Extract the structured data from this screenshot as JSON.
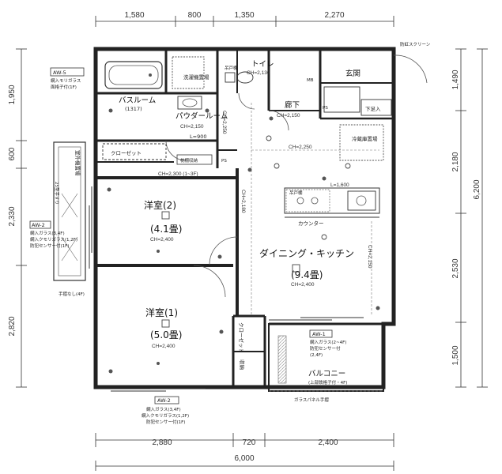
{
  "dimensions": {
    "top": [
      "1,580",
      "800",
      "1,350",
      "2,270"
    ],
    "bottom": [
      "2,880",
      "720",
      "2,400"
    ],
    "bottom_total": "6,000",
    "left": [
      "1,950",
      "600",
      "2,330",
      "2,820"
    ],
    "right": [
      "1,490",
      "2,180",
      "2,530",
      "1,500"
    ],
    "right_total": "6,200"
  },
  "rooms": {
    "bath": {
      "name": "バスルーム",
      "size": "(1317)"
    },
    "washroom": {
      "name": "洗濯機\n置場"
    },
    "powder": {
      "name": "パウダールーム",
      "ch": "CH=2,150"
    },
    "toilet": {
      "name": "トイレ",
      "ch": "CH=2,130"
    },
    "hall": {
      "name": "廊下",
      "ch": "CH=2,150"
    },
    "entrance": {
      "name": "玄関"
    },
    "shoe": {
      "name": "下足入"
    },
    "fridge": {
      "name": "冷蔵庫\n置場"
    },
    "closet": {
      "name": "クローゼット"
    },
    "western2": {
      "name": "洋室(2)",
      "size": "(4.1畳)",
      "ch": "CH=2,400"
    },
    "western1": {
      "name": "洋室(1)",
      "size": "(5.0畳)",
      "ch": "CH=2,400"
    },
    "dk": {
      "name": "ダイニング・キッチン",
      "size": "(9.4畳)",
      "ch": "CH=2,400"
    },
    "balcony": {
      "name": "バルコニー",
      "note": "(上部鉄格子付・4F)"
    },
    "closet2": {
      "name": "クローゼット"
    },
    "storage": {
      "name": "収納"
    },
    "counter": {
      "name": "カウンター"
    },
    "outdoor_unit": {
      "name": "室外機置場"
    }
  },
  "labels": {
    "ch_2300": "CH=2,300 (1~3F)",
    "ch_2250": "CH=2,250",
    "ch_2180": "CH=2,180",
    "ch_2150_right": "CH=2,150",
    "ch_2250_v": "CH=2,250",
    "l900": "L=900",
    "l1600": "L=1,600",
    "fixed_shelf": "枕棚収納",
    "pipe_space": "PS",
    "mb": "MB",
    "hanging1": "吊戸棚",
    "hanging2": "吊戸棚",
    "screen": "防虹スクリーン",
    "glass_rail": "ガラスパネル手摺",
    "fence": "手摺なし(4F)",
    "railing": "25型手すり"
  },
  "windows": {
    "aw5": {
      "code": "AW-5",
      "l1": "網入モリガラス",
      "l2": "面格子付(1F)"
    },
    "aw2_left": {
      "code": "AW-2",
      "l1": "網入ガラス(3,4F)",
      "l2": "網入クモリガラス(1,2F)",
      "l3": "防犯センサー付(1F)"
    },
    "aw2_bottom": {
      "code": "AW-2",
      "l1": "網入ガラス(3,4F)",
      "l2": "網入クモリガラス(1,2F)",
      "l3": "防犯センサー付(1F)"
    },
    "aw1": {
      "code": "AW-1",
      "l1": "網入ガラス(2~4F)",
      "l2": "防犯センサー付",
      "l3": "(2,4F)"
    }
  }
}
